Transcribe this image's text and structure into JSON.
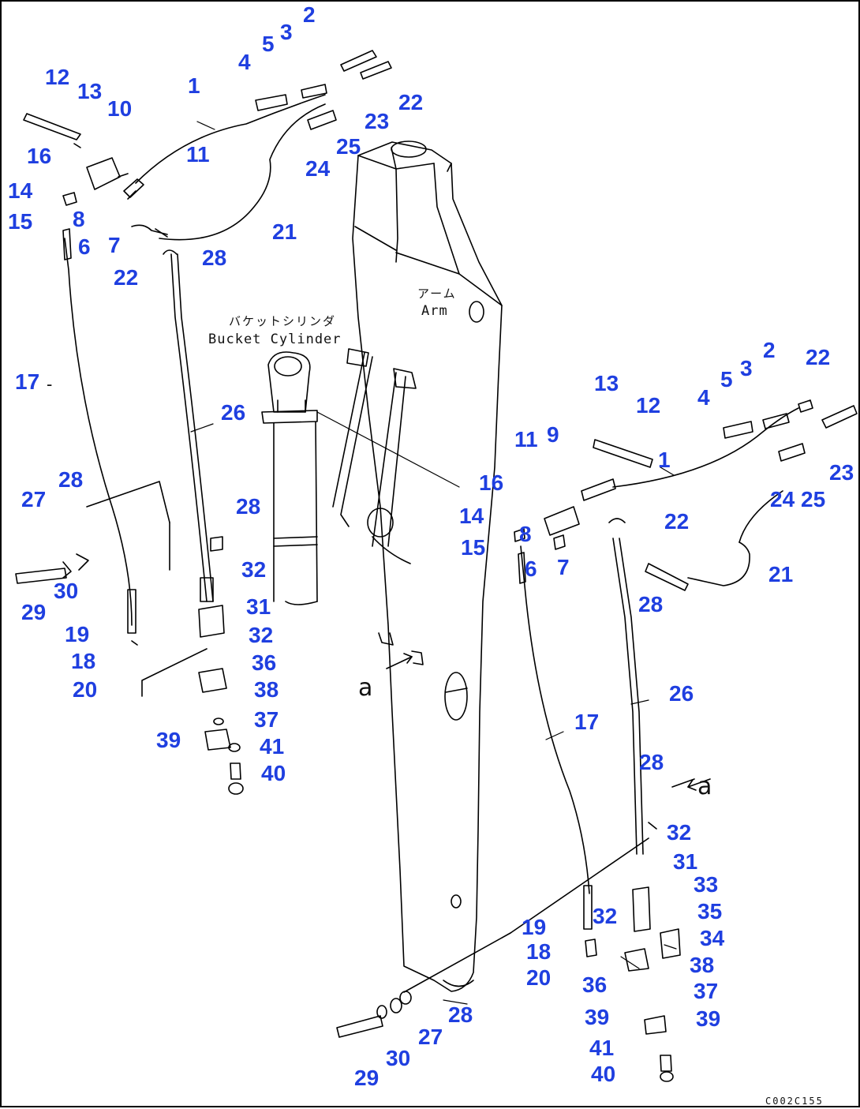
{
  "labels": {
    "arm_jp": "アーム",
    "arm_en": "Arm",
    "bucket_cylinder_jp": "バケットシリンダ",
    "bucket_cylinder_en": "Bucket Cylinder",
    "ref_a": "a",
    "drawing_code": "C002C155"
  },
  "callouts": {
    "left": {
      "c1": "1",
      "c2": "2",
      "c3": "3",
      "c4": "4",
      "c5": "5",
      "c6": "6",
      "c7": "7",
      "c8": "8",
      "c10": "10",
      "c11": "11",
      "c12": "12",
      "c13": "13",
      "c14": "14",
      "c15": "15",
      "c16": "16",
      "c17": "17",
      "c18": "18",
      "c19": "19",
      "c20": "20",
      "c21": "21",
      "c22a": "22",
      "c22b": "22",
      "c23": "23",
      "c24": "24",
      "c25": "25",
      "c26": "26",
      "c27": "27",
      "c28a": "28",
      "c28b": "28",
      "c28c": "28",
      "c29": "29",
      "c30": "30",
      "c31": "31",
      "c32a": "32",
      "c32b": "32",
      "c36": "36",
      "c37": "37",
      "c38": "38",
      "c39": "39",
      "c40": "40",
      "c41": "41"
    },
    "right": {
      "c1": "1",
      "c2": "2",
      "c3": "3",
      "c4": "4",
      "c5": "5",
      "c6": "6",
      "c7": "7",
      "c8": "8",
      "c9": "9",
      "c11": "11",
      "c12": "12",
      "c13": "13",
      "c14": "14",
      "c15": "15",
      "c16": "16",
      "c17": "17",
      "c18": "18",
      "c19": "19",
      "c20": "20",
      "c21": "21",
      "c22a": "22",
      "c22b": "22",
      "c23": "23",
      "c24": "24",
      "c25": "25",
      "c26": "26",
      "c27": "27",
      "c28a": "28",
      "c28b": "28",
      "c28c": "28",
      "c29": "29",
      "c30": "30",
      "c31": "31",
      "c32a": "32",
      "c32b": "32",
      "c33": "33",
      "c34": "34",
      "c35": "35",
      "c36": "36",
      "c37": "37",
      "c38": "38",
      "c39a": "39",
      "c39b": "39",
      "c40": "40",
      "c41": "41"
    }
  },
  "colors": {
    "callout": "#1f3fe0",
    "linework": "#000000"
  }
}
